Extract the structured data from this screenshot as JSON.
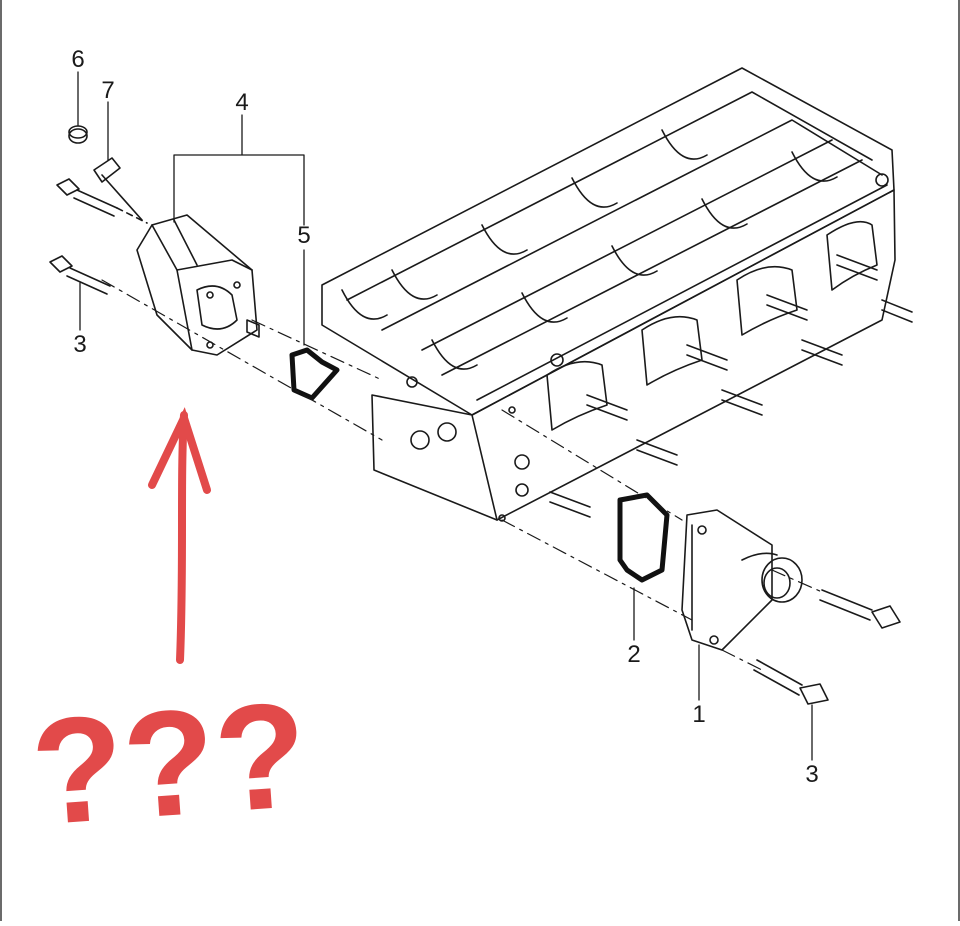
{
  "diagram": {
    "callouts": [
      {
        "id": "part-6",
        "label": "6"
      },
      {
        "id": "part-7",
        "label": "7"
      },
      {
        "id": "part-4",
        "label": "4"
      },
      {
        "id": "part-5",
        "label": "5"
      },
      {
        "id": "part-3-left",
        "label": "3"
      },
      {
        "id": "part-2",
        "label": "2"
      },
      {
        "id": "part-1",
        "label": "1"
      },
      {
        "id": "part-3-right",
        "label": "3"
      }
    ],
    "annotation": {
      "text": "???",
      "color": "#e24a4a"
    },
    "highlight_color": "#111111",
    "line_color": "#1a1a1a"
  }
}
